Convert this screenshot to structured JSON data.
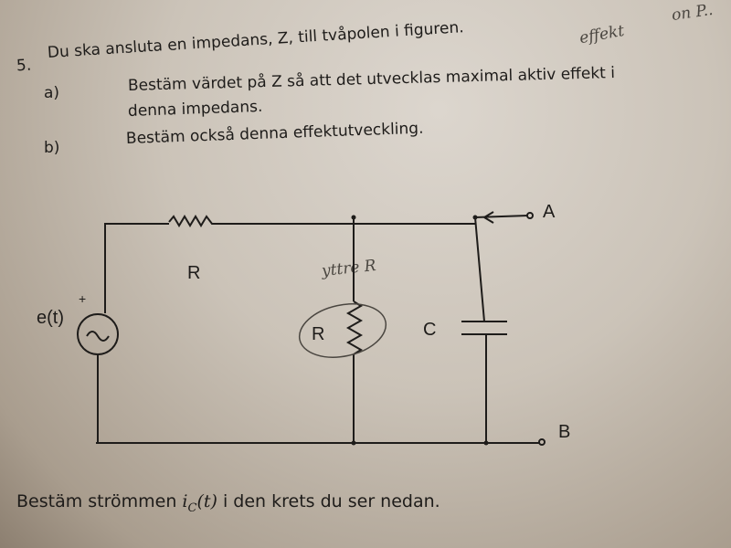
{
  "problem": {
    "number": "5.",
    "intro": "Du ska ansluta en impedans, Z, till tvåpolen i figuren.",
    "a_label": "a)",
    "a_text_line1": "Bestäm värdet på Z så att det utvecklas maximal aktiv effekt i",
    "a_text_line2": "denna impedans.",
    "b_label": "b)",
    "b_text": "Bestäm också denna effektutveckling."
  },
  "handwriting": {
    "note_top": "effekt",
    "note_top_right": "on P..",
    "note_resistor": "yttre R"
  },
  "circuit": {
    "source_label": "e(t)",
    "source_polarity": "+",
    "resistor_series_label": "R",
    "resistor_shunt_label": "R",
    "capacitor_label": "C",
    "terminal_a": "A",
    "terminal_b": "B"
  },
  "footer": {
    "text_before": "Bestäm strömmen ",
    "math_i": "i",
    "math_sub": "C",
    "math_arg": "(t)",
    "text_after": " i den krets du ser nedan."
  }
}
